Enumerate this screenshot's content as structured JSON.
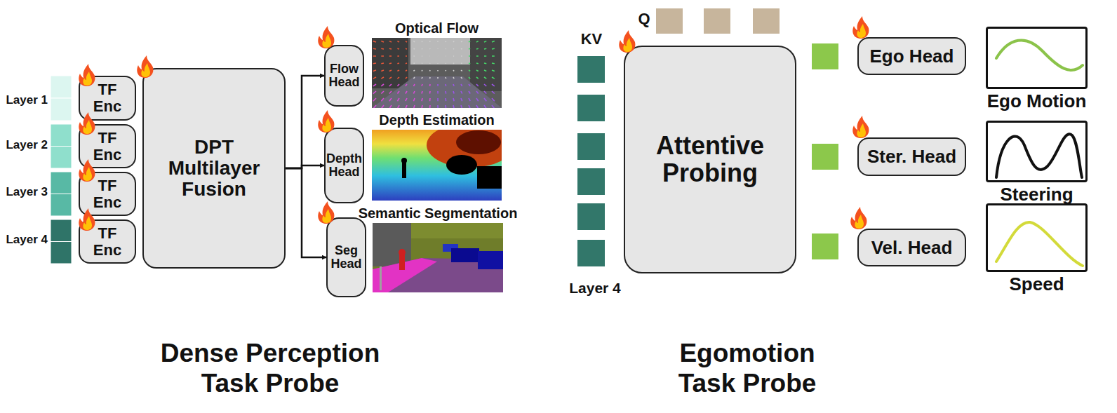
{
  "diagram": {
    "nodes": [
      {
        "text": [
          "TF Enc"
        ]
      },
      {
        "text": [
          "TF Enc"
        ]
      },
      {
        "text": [
          "TF Enc"
        ]
      },
      {
        "text": [
          "TF Enc"
        ]
      },
      {
        "text": [
          "DPT Multilayer Fusion"
        ]
      },
      {
        "text": [
          "Flow Head"
        ]
      },
      {
        "text": [
          "Optical Flow"
        ]
      },
      {
        "text": [
          "Depth Head"
        ]
      },
      {
        "text": [
          "Depth Estimation"
        ]
      },
      {
        "text": [
          "Seg Head"
        ]
      },
      {
        "text": [
          "Semantic Segmentation"
        ]
      },
      {
        "text": [
          "Attentive Probing"
        ]
      },
      {
        "text": [
          "Ego Head"
        ]
      },
      {
        "text": [
          "Ego Motion"
        ]
      },
      {
        "text": [
          "Ster. Head"
        ]
      },
      {
        "text": [
          "Steering"
        ]
      },
      {
        "text": [
          "Vel. Head"
        ]
      },
      {
        "text": [
          "Speed"
        ]
      }
    ],
    "edges": [
      {
        "from": 4,
        "to": 5,
        "arrow": "to"
      },
      {
        "from": 4,
        "to": 7,
        "arrow": "to"
      },
      {
        "from": 4,
        "to": 9,
        "arrow": "to"
      }
    ],
    "labels": [
      "Layer 1",
      "Layer 2",
      "Layer 3",
      "Layer 4",
      "Q",
      "KV",
      "Layer 4",
      "Dense Perception Task Probe",
      "Egomotion Task Probe"
    ]
  }
}
